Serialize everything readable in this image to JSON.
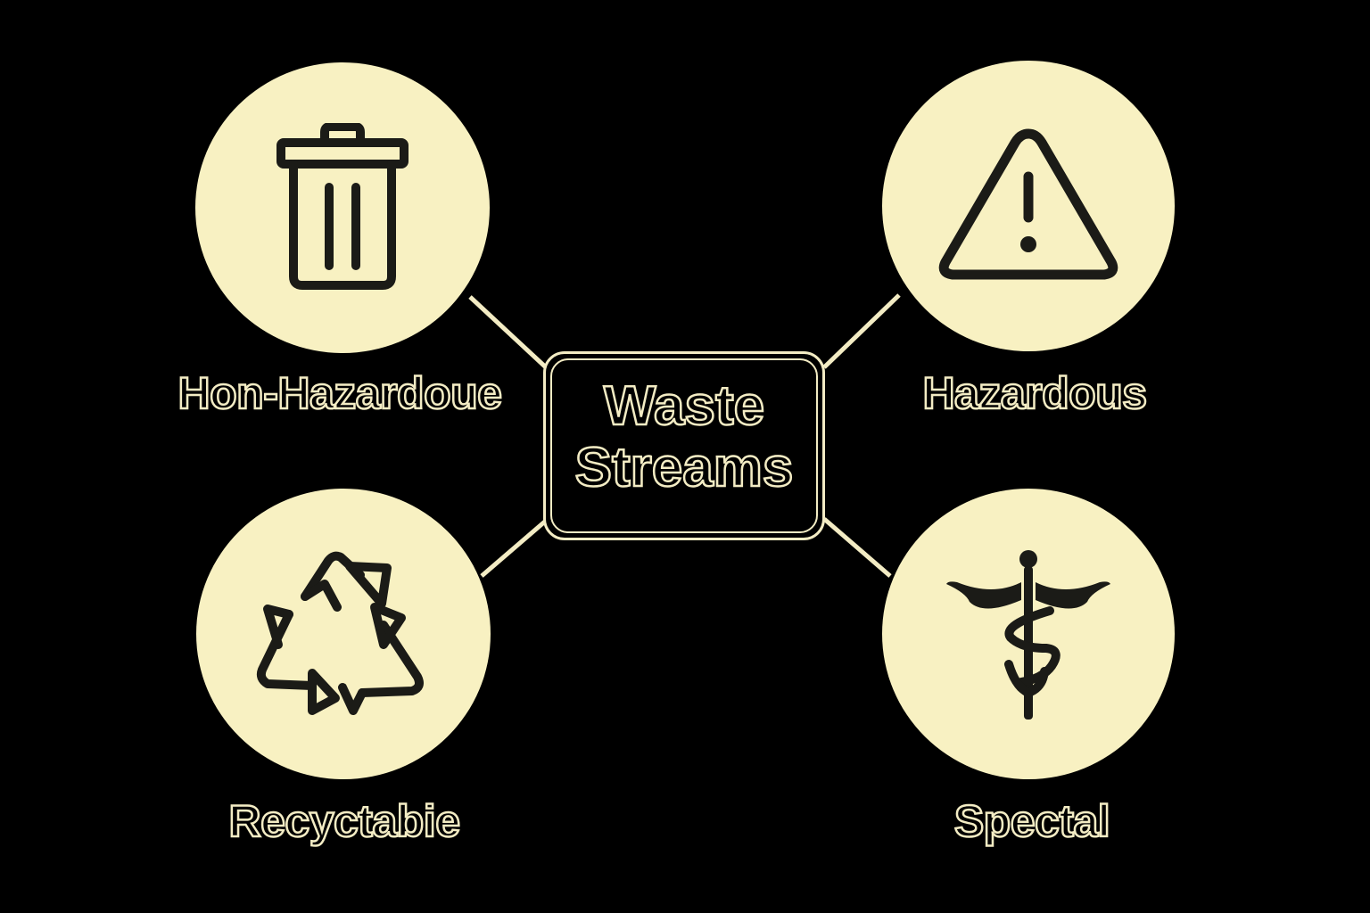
{
  "colors": {
    "background": "#000000",
    "circle_fill": "#f8f1c2",
    "accent": "#f3ecc4",
    "icon_stroke": "#1b1b17"
  },
  "center": {
    "line1": "Waste",
    "line2": "Streams"
  },
  "nodes": {
    "non_hazardous": {
      "label": "Hon-Hazardoue",
      "icon": "trash-can-icon"
    },
    "hazardous": {
      "label": "Hazardous",
      "icon": "warning-triangle-icon"
    },
    "recyclable": {
      "label": "Recyctabie",
      "icon": "recycle-icon"
    },
    "special": {
      "label": "Spectal",
      "icon": "caduceus-icon"
    }
  }
}
